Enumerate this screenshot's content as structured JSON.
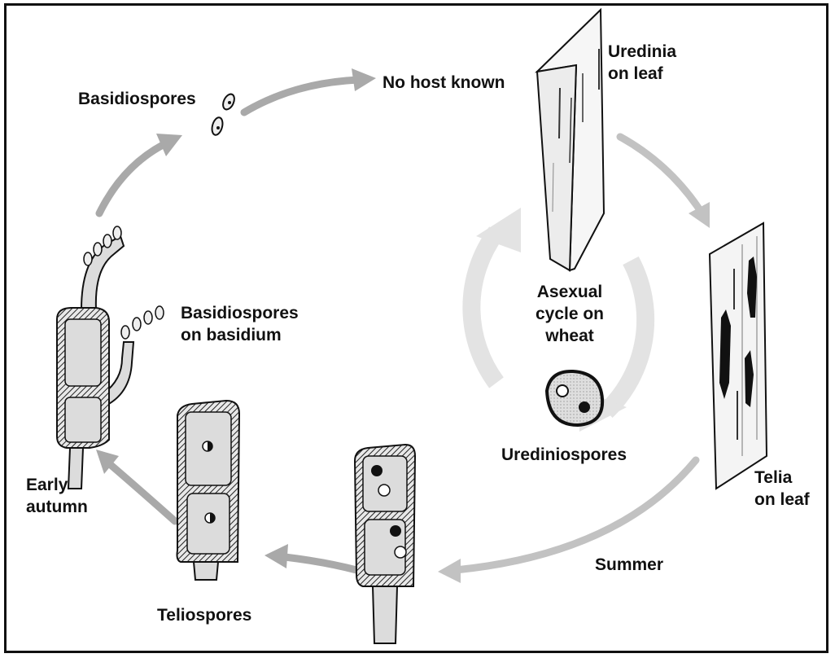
{
  "labels": {
    "basidiospores": "Basidiospores",
    "no_host": "No host known",
    "uredinia_l1": "Uredinia",
    "uredinia_l2": "on leaf",
    "asexual_l1": "Asexual",
    "asexual_l2": "cycle on",
    "asexual_l3": "wheat",
    "urediniospores": "Urediniospores",
    "telia_l1": "Telia",
    "telia_l2": "on leaf",
    "summer": "Summer",
    "teliospores": "Teliospores",
    "early_l1": "Early",
    "early_l2": "autumn",
    "basidium_l1": "Basidiospores",
    "basidium_l2": "on basidium"
  },
  "colors": {
    "arrow": "#a9a9a9",
    "cell_fill": "#dcdcdc",
    "outline": "#111111",
    "leaf": "#f4f4f4"
  }
}
